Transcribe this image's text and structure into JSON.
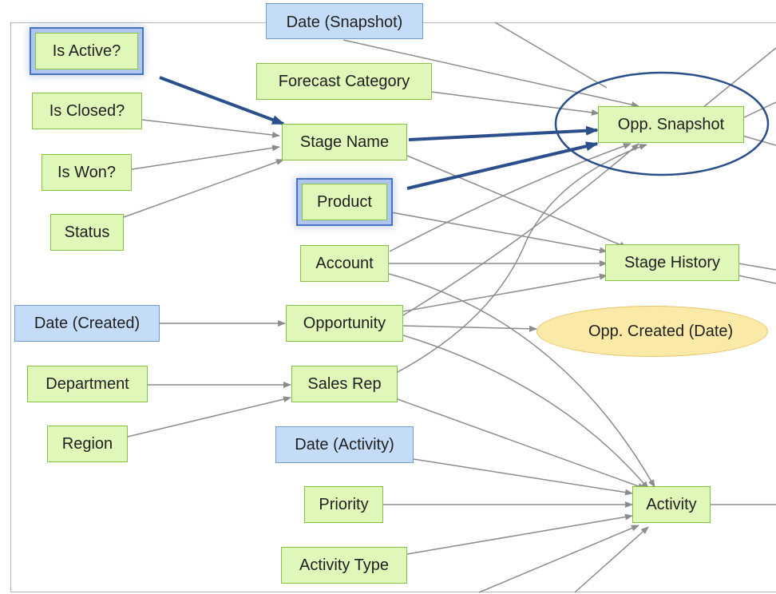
{
  "diagram": {
    "nodes": {
      "date_snapshot": "Date (Snapshot)",
      "is_active": "Is Active?",
      "forecast_category": "Forecast Category",
      "is_closed": "Is Closed?",
      "stage_name": "Stage Name",
      "opp_snapshot": "Opp. Snapshot",
      "is_won": "Is Won?",
      "product": "Product",
      "status": "Status",
      "account": "Account",
      "stage_history": "Stage History",
      "date_created": "Date (Created)",
      "opportunity": "Opportunity",
      "opp_created_date": "Opp. Created (Date)",
      "department": "Department",
      "sales_rep": "Sales Rep",
      "region": "Region",
      "date_activity": "Date (Activity)",
      "priority": "Priority",
      "activity": "Activity",
      "activity_type": "Activity Type"
    },
    "highlighted": [
      "is_active",
      "product"
    ],
    "circled": "opp_snapshot",
    "colors": {
      "dimension_fill": "#dff7b8",
      "date_fill": "#c4dcf8",
      "measure_fill": "#fbe9a8",
      "edge": "#8c8c8c",
      "highlight_arrow": "#2a4f8a"
    }
  }
}
